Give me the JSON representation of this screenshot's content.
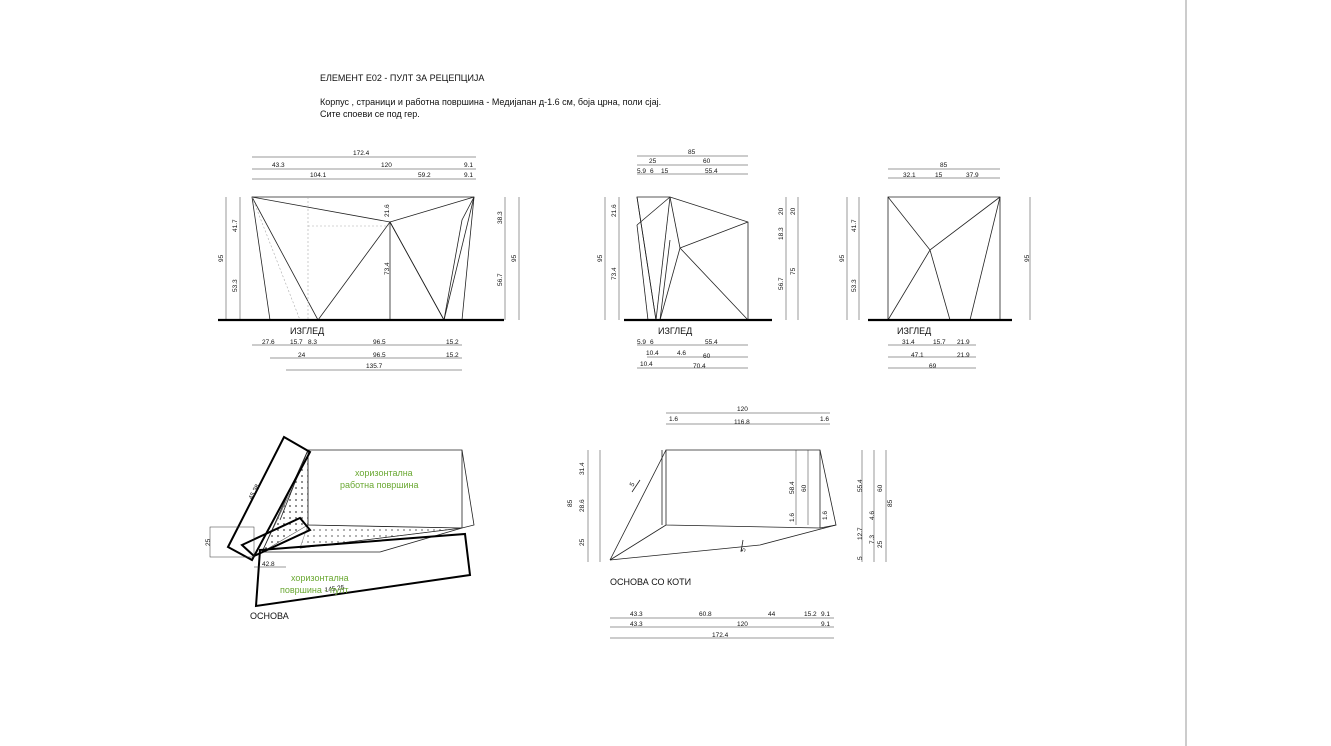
{
  "header": {
    "title": "ЕЛЕМЕНТ  Е02 - ПУЛТ ЗА РЕЦЕПЦИЈА",
    "line1": "Корпус , страници и работна површина - Медијапан д-1.6 см,  боја црна, поли сјај.",
    "line2": "Сите споеви се под гер."
  },
  "labels": {
    "front_view": "ИЗГЛЕД",
    "side_view": "ИЗГЛЕД",
    "back_view": "ИЗГЛЕД",
    "plan": "ОСНОВА",
    "plan_dims": "ОСНОВА СО КОТИ",
    "work_surface_1": "хоризонтална",
    "work_surface_2": "работна површина",
    "counter_surface_1": "хоризонтална",
    "counter_surface_2": "површина - пулт"
  },
  "front_dims": {
    "top_total": "172.4",
    "top_a": "43.3",
    "top_b": "120",
    "top_c": "9.1",
    "top2_a": "104.1",
    "top2_b": "59.2",
    "top2_c": "9.1",
    "left_height": "95",
    "left_upper": "41.7",
    "left_lower": "53.3",
    "mid_upper": "21.6",
    "mid_lower": "73.4",
    "right_upper": "38.3",
    "right_lower": "56.7",
    "right_height": "95",
    "bot1_a": "27.6",
    "bot1_b": "15.7",
    "bot1_c": "8.3",
    "bot1_d": "96.5",
    "bot1_e": "15.2",
    "bot2_a": "24",
    "bot2_b": "96.5",
    "bot2_c": "15.2",
    "bot3": "135.7"
  },
  "side_dims": {
    "top_total": "85",
    "top_a": "25",
    "top_b": "60",
    "top2_a": "5.9",
    "top2_b": "6",
    "top2_c": "15",
    "top2_d": "55.4",
    "left_height": "95",
    "left_upper": "21.6",
    "left_lower": "73.4",
    "right_a": "20",
    "right_b": "18.3",
    "right_c": "56.7",
    "right_d": "20",
    "right_e": "75",
    "bot1_a": "5.9",
    "bot1_b": "6",
    "bot1_c": "55.4",
    "bot2_a": "10.4",
    "bot2_b": "4.6",
    "bot2_c": "60",
    "bot3_a": "10.4",
    "bot3_b": "70.4"
  },
  "back_dims": {
    "top_total": "85",
    "top_a": "32.1",
    "top_b": "15",
    "top_c": "37.9",
    "left_height": "95",
    "left_upper": "41.7",
    "left_lower": "53.3",
    "right_height": "95",
    "bot1_a": "31.4",
    "bot1_b": "15.7",
    "bot1_c": "21.9",
    "bot2_a": "47.1",
    "bot2_b": "21.9",
    "bot3": "69"
  },
  "plan_dims": {
    "top_total": "120",
    "top_a": "1.6",
    "top_b": "116.8",
    "top_c": "1.6",
    "left_total": "85",
    "left_a": "31.4",
    "left_b": "28.6",
    "left_c": "25",
    "inner_a": "58.4",
    "inner_b": "60",
    "inner_c": "1.6",
    "inner_d": "1.6",
    "right_a": "55.4",
    "right_b": "60",
    "right_c": "85",
    "right_d": "12.7",
    "right_e": "4.6",
    "right_f": "7.3",
    "right_g": "25",
    "right_h": "5",
    "diag_a": "5",
    "diag_b": "5",
    "bot1_a": "43.3",
    "bot1_b": "60.8",
    "bot1_c": "44",
    "bot1_d": "15.2",
    "bot1_e": "9.1",
    "bot2_a": "43.3",
    "bot2_b": "120",
    "bot2_c": "9.1",
    "bot3": "172.4"
  },
  "plan_sketch": {
    "diag1": "45.38",
    "diag2": "145.25",
    "side": "25",
    "small": "42.8"
  }
}
